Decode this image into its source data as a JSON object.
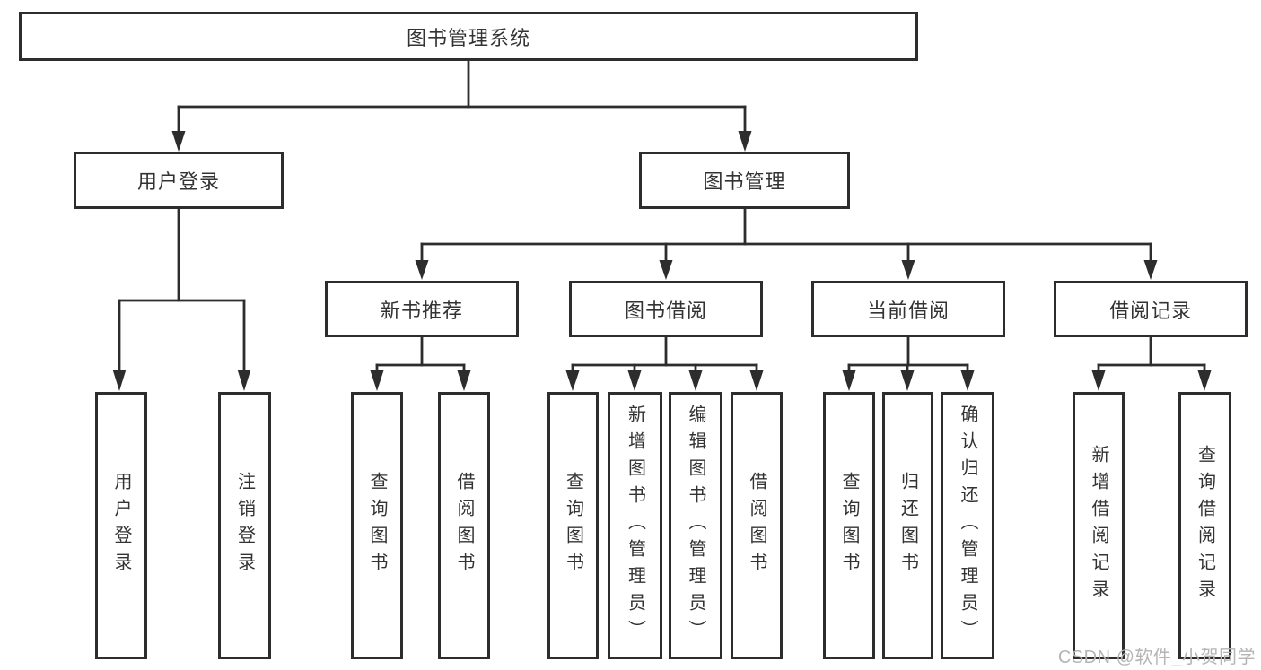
{
  "tree": {
    "root": "图书管理系统",
    "login": {
      "label": "用户登录",
      "leaves": [
        "用户登录",
        "注销登录"
      ]
    },
    "management": {
      "label": "图书管理",
      "groups": [
        {
          "label": "新书推荐",
          "leaves": [
            "查询图书",
            "借阅图书"
          ]
        },
        {
          "label": "图书借阅",
          "leaves": [
            "查询图书",
            "新增图书（管理员）",
            "编辑图书（管理员）",
            "借阅图书"
          ]
        },
        {
          "label": "当前借阅",
          "leaves": [
            "查询图书",
            "归还图书",
            "确认归还（管理员）"
          ]
        },
        {
          "label": "借阅记录",
          "leaves": [
            "新增借阅记录",
            "查询借阅记录"
          ]
        }
      ]
    }
  },
  "watermark": "CSDN @软件_小贺同学",
  "colors": {
    "line": "#2d2d2d",
    "text": "#333333",
    "watermark": "#b5b5b5",
    "background": "#ffffff"
  }
}
